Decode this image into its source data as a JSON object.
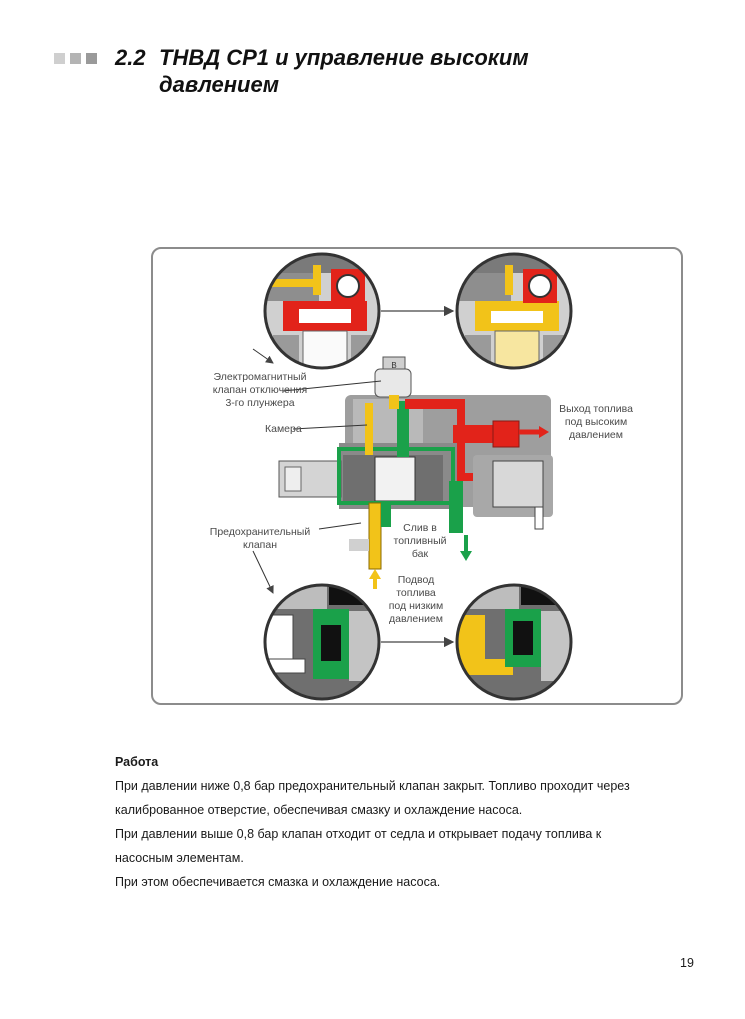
{
  "heading": {
    "number": "2.2",
    "title_line1": "ТНВД CP1 и управление высоким",
    "title_line2": "давлением"
  },
  "figure": {
    "labels": {
      "solenoid_1": "Электромагнитный",
      "solenoid_2": "клапан отключения",
      "solenoid_3": "3-го плунжера",
      "chamber": "Камера",
      "hp_out_1": "Выход топлива",
      "hp_out_2": "под высоким",
      "hp_out_3": "давлением",
      "safety_1": "Предохранительный",
      "safety_2": "клапан",
      "drain_1": "Слив в",
      "drain_2": "топливный",
      "drain_3": "бак",
      "lp_in_1": "Подвод",
      "lp_in_2": "топлива",
      "lp_in_3": "под низким",
      "lp_in_4": "давлением",
      "connector": "B"
    },
    "colors": {
      "red": "#e2231a",
      "yellow": "#f2c319",
      "green": "#1aa14a",
      "grey_dark": "#6f6f6f",
      "grey_light": "#c6c6c6"
    }
  },
  "section": {
    "heading": "Работа",
    "lines": [
      "При давлении ниже 0,8 бар предохранительный клапан закрыт. Топливо проходит через",
      "калиброванное отверстие, обеспечивая смазку и охлаждение насоса.",
      "При давлении выше 0,8 бар клапан отходит от седла и открывает подачу топлива к",
      "насосным элементам.",
      "При этом обеспечивается смазка и охлаждение насоса."
    ]
  },
  "page_number": "19"
}
